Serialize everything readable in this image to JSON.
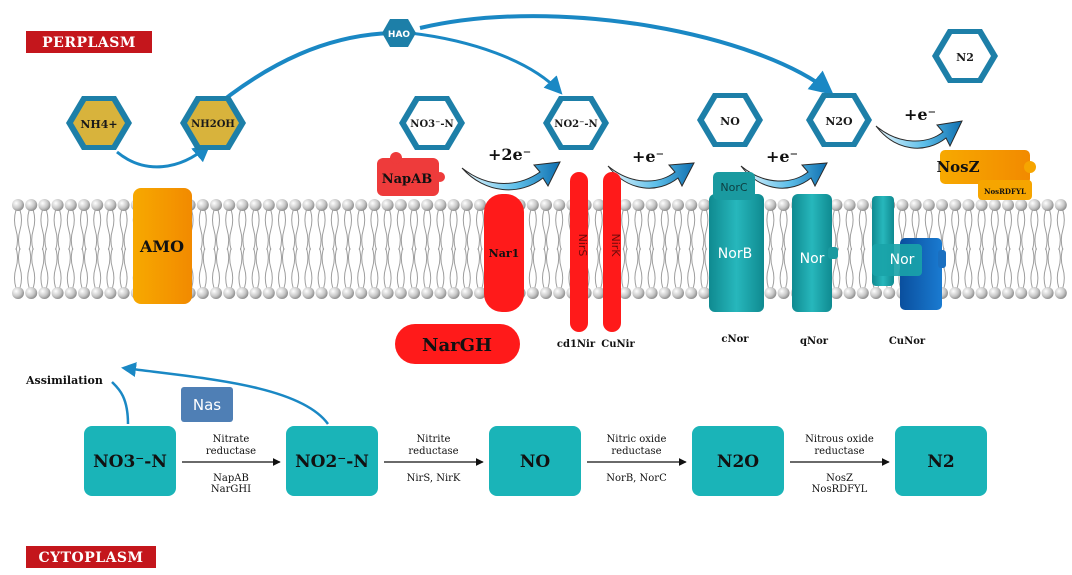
{
  "colors": {
    "region_label_bg": "#c4161c",
    "hexagon_outer": "#1d7fa8",
    "hexagon_nh4_fill": "#d8b33c",
    "hexagon_n_fill": "#ffffff",
    "membrane_head": "#bdbdbd",
    "enzyme_red": "#ff1a1a",
    "enzyme_teal": "#1aa3a8",
    "enzyme_orange": "#f6a500",
    "pathway_box": "#1ab4b8",
    "nas_box": "#4f7fb5",
    "arrow_blue": "#1a88c4"
  },
  "regions": {
    "periplasm": "PERPLASM",
    "cytoplasm": "CYTOPLASM"
  },
  "hexagons": {
    "hao": "HAO",
    "nh4": "NH4+",
    "nh2oh": "NH2OH",
    "no3": "NO3⁻-N",
    "no2": "NO2⁻-N",
    "no": "NO",
    "n2o": "N2O",
    "n2": "N2"
  },
  "electrons": {
    "two": "+2e⁻",
    "one_a": "+e⁻",
    "one_b": "+e⁻",
    "one_c": "+e⁻"
  },
  "enzymes": {
    "amo": "AMO",
    "napab": "NapAB",
    "nar1": "Nar1",
    "nargh": "NarGH",
    "nirs": "NirS",
    "nirk": "NirK",
    "norc": "NorC",
    "norb": "NorB",
    "qnor": "Nor",
    "cunor": "Nor",
    "nosz": "NosZ",
    "nosrdfyl": "NosRDFYL"
  },
  "complex_labels": {
    "cd1nir": "cd1Nir",
    "cunir": "CuNir",
    "cnor": "cNor",
    "qnor": "qNor",
    "cunor": "CuNor"
  },
  "pathway": {
    "assimilation": "Assimilation",
    "nas": "Nas",
    "boxes": [
      "NO3⁻-N",
      "NO2⁻-N",
      "NO",
      "N2O",
      "N2"
    ],
    "steps": [
      {
        "name_line1": "Nitrate",
        "name_line2": "reductase",
        "genes_line1": "NapAB",
        "genes_line2": "NarGHI"
      },
      {
        "name_line1": "Nitrite",
        "name_line2": "reductase",
        "genes_line1": "NirS, NirK",
        "genes_line2": ""
      },
      {
        "name_line1": "Nitric oxide",
        "name_line2": "reductase",
        "genes_line1": "NorB, NorC",
        "genes_line2": ""
      },
      {
        "name_line1": "Nitrous oxide",
        "name_line2": "reductase",
        "genes_line1": "NosZ",
        "genes_line2": "NosRDFYL"
      }
    ]
  }
}
